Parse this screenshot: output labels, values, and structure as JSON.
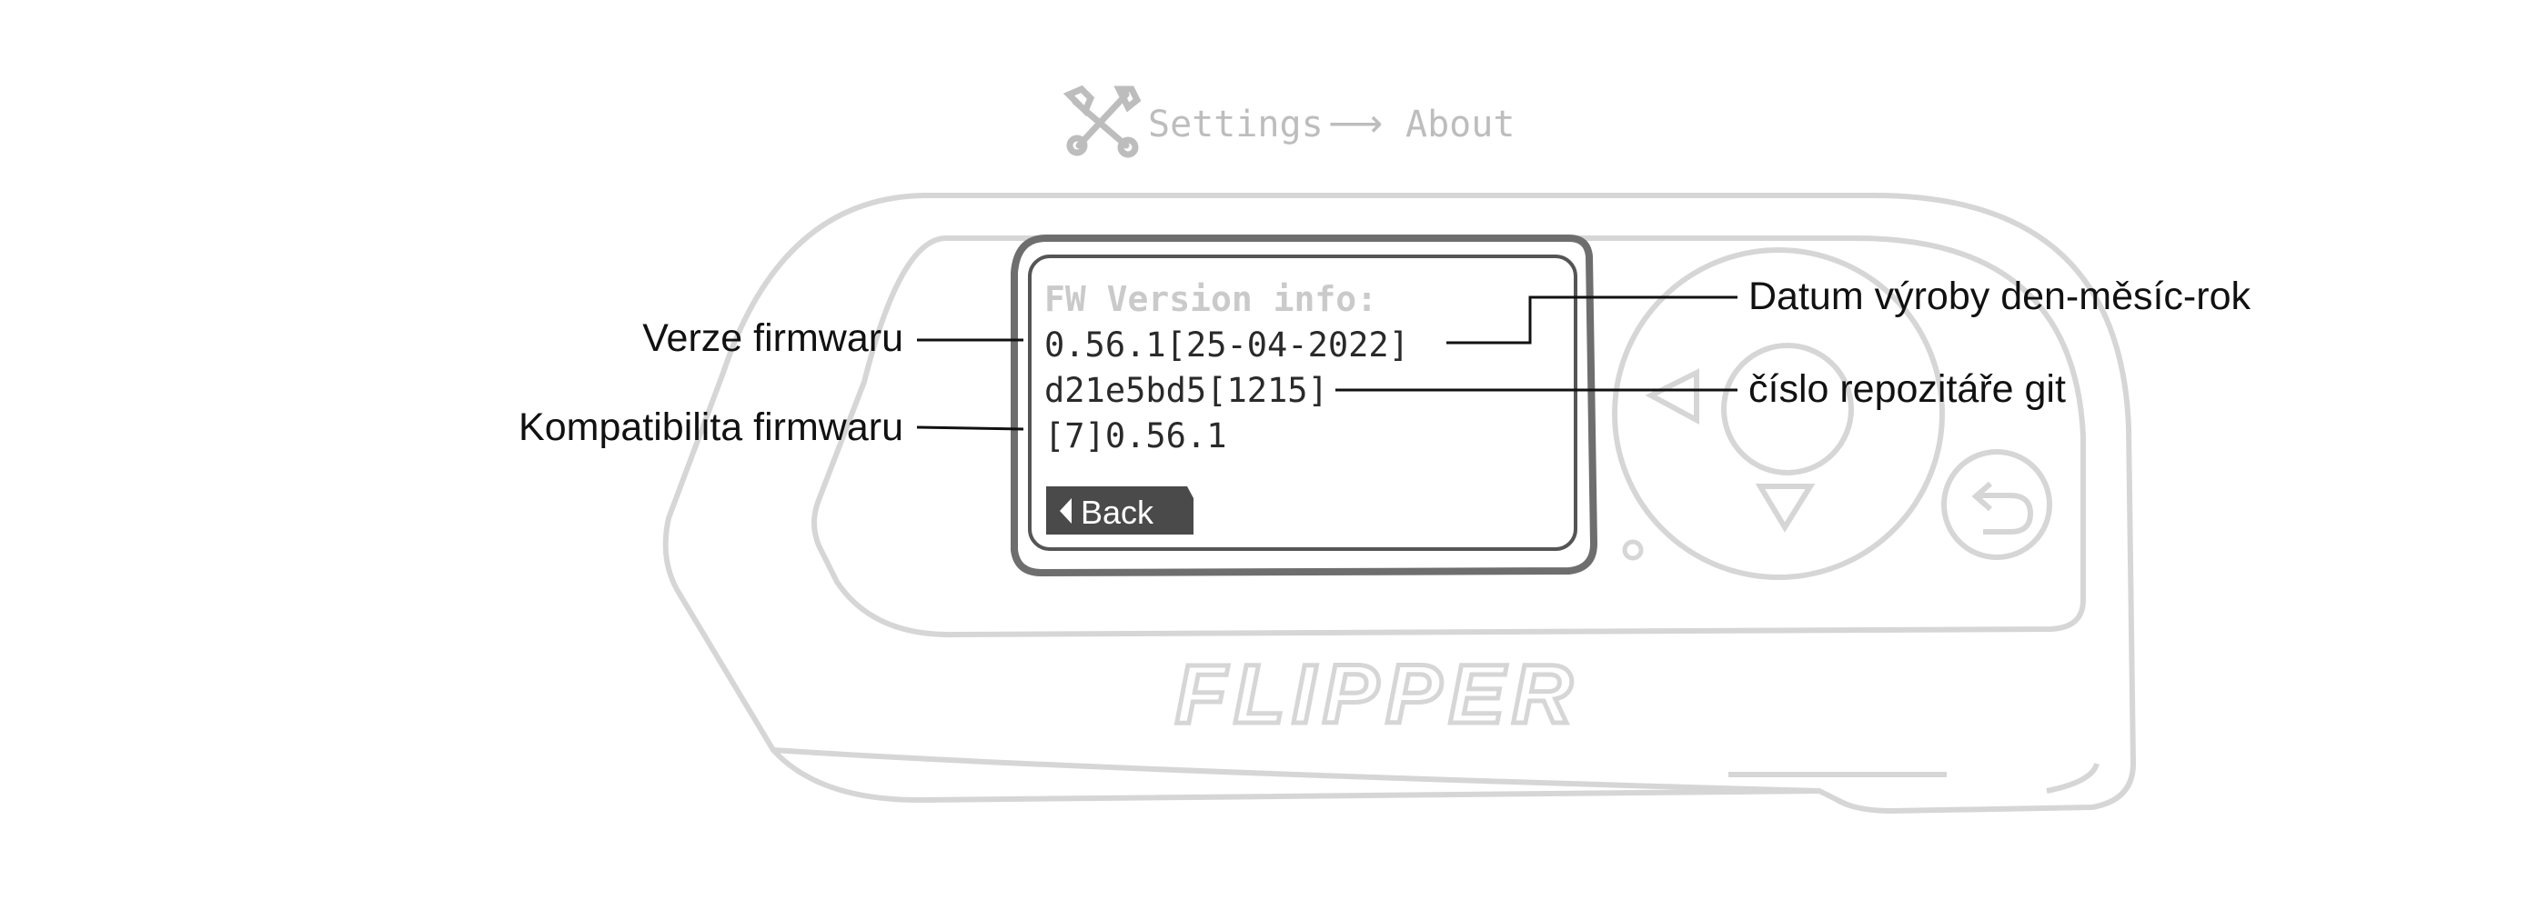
{
  "breadcrumb": {
    "parent": "Settings",
    "arrow": "⟶",
    "current": "About"
  },
  "screen": {
    "title": "FW Version info:",
    "line1": "0.56.1[25-04-2022]",
    "line2": "d21e5bd5[1215]",
    "line3": "[7]0.56.1",
    "back_label": "Back"
  },
  "device": {
    "logo_text": "FLIPPER"
  },
  "annotations": {
    "firmware_version": "Verze firmwaru",
    "firmware_compatibility": "Kompatibilita firmwaru",
    "build_date": "Datum výroby den-měsíc-rok",
    "git_repo": "číslo repozitáře git"
  },
  "colors": {
    "device_outline": "#d4d4d4",
    "screen_frame": "#6e6e6e",
    "screen_text": "#2a2a2a",
    "title_text": "#c9c9c9",
    "callout_line": "#111111",
    "back_button_bg": "#444444"
  }
}
